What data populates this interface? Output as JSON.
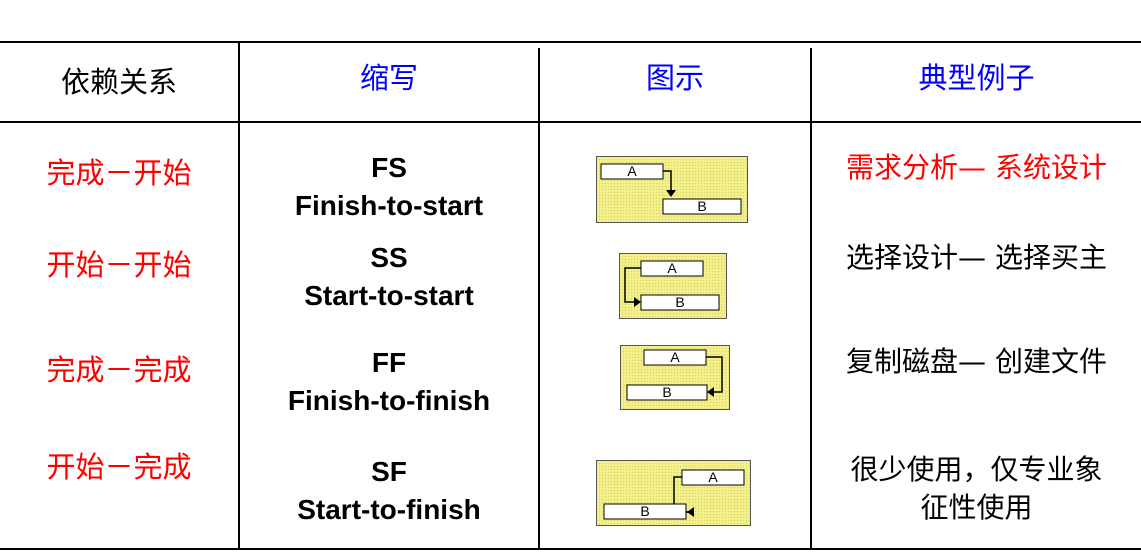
{
  "table": {
    "headers": {
      "dependency": "依赖关系",
      "abbreviation": "缩写",
      "diagram": "图示",
      "example": "典型例子"
    },
    "rows": [
      {
        "dependency": "完成－开始",
        "abbr_code": "FS",
        "abbr_full": "Finish-to-start",
        "diagram_labels": {
          "a": "A",
          "b": "B"
        },
        "example": "需求分析— 系统设计",
        "example_color": "#ff0000"
      },
      {
        "dependency": "开始－开始",
        "abbr_code": "SS",
        "abbr_full": "Start-to-start",
        "diagram_labels": {
          "a": "A",
          "b": "B"
        },
        "example": "选择设计— 选择买主",
        "example_color": "#000000"
      },
      {
        "dependency": "完成－完成",
        "abbr_code": "FF",
        "abbr_full": "Finish-to-finish",
        "diagram_labels": {
          "a": "A",
          "b": "B"
        },
        "example": "复制磁盘— 创建文件",
        "example_color": "#000000"
      },
      {
        "dependency": "开始－完成",
        "abbr_code": "SF",
        "abbr_full": "Start-to-finish",
        "diagram_labels": {
          "a": "A",
          "b": "B"
        },
        "example_line1": "很少使用，仅专业象",
        "example_line2": "征性使用",
        "example_color": "#000000"
      }
    ]
  },
  "colors": {
    "dependency_text": "#ff0000",
    "header_accent": "#0000ff",
    "diagram_fill": "#f3ef8a"
  }
}
